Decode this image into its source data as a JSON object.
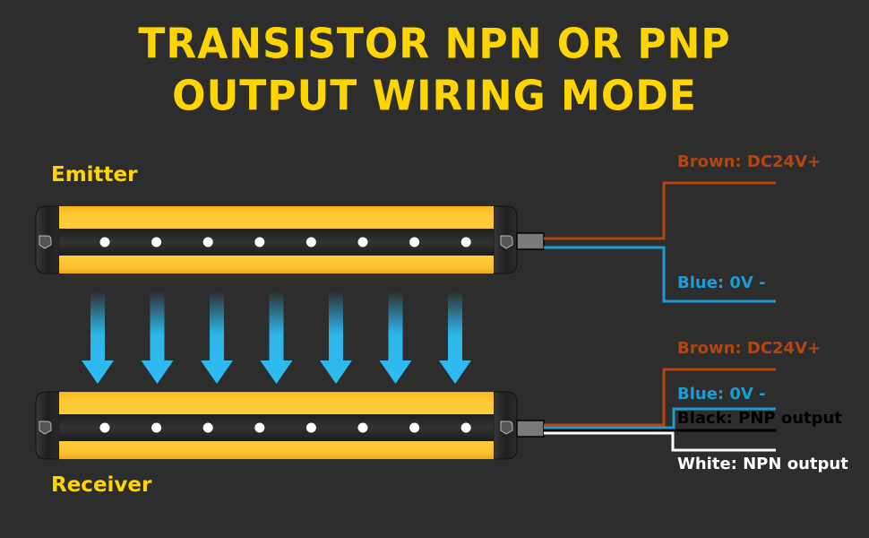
{
  "title": {
    "line1": "TRANSISTOR NPN OR PNP",
    "line2": "OUTPUT WIRING MODE"
  },
  "emitter": {
    "label": "Emitter",
    "led_count": 8,
    "wires": [
      {
        "name": "brown",
        "label": "Brown: DC24V+",
        "color": "#b5460f"
      },
      {
        "name": "blue",
        "label": "Blue: 0V -",
        "color": "#1e9bd2"
      }
    ]
  },
  "beam": {
    "arrow_count": 7,
    "color": "#2ebcf2"
  },
  "receiver": {
    "label": "Receiver",
    "led_count": 8,
    "wires": [
      {
        "name": "brown",
        "label": "Brown: DC24V+",
        "color": "#b5460f"
      },
      {
        "name": "blue",
        "label": "Blue: 0V -",
        "color": "#1e9bd2"
      },
      {
        "name": "black",
        "label_part1": "Black: PNP",
        "label_part2": " output",
        "color": "#000000"
      },
      {
        "name": "white",
        "label": "White: NPN output",
        "color": "#ffffff"
      }
    ]
  },
  "colors": {
    "background": "#2d2d2d",
    "accent_yellow": "#ffd500",
    "housing_yellow": "#fbbf2a",
    "housing_dark": "#222222"
  }
}
